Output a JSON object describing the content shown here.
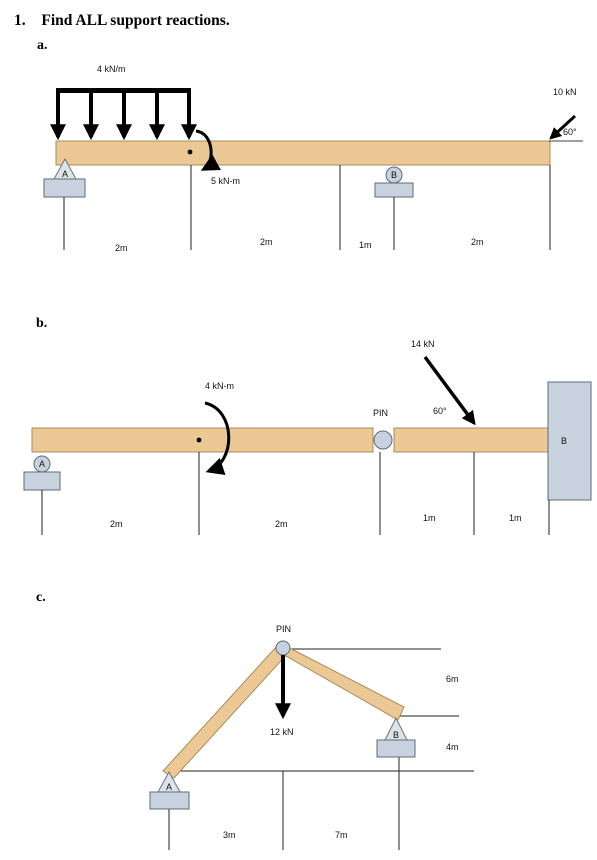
{
  "question": {
    "number": "1.",
    "title": "Find ALL support reactions."
  },
  "parts": {
    "a": {
      "label": "a.",
      "udl": "4 kN/m",
      "moment": "5 kN-m",
      "point_load": "10 kN",
      "load_angle": "60°",
      "support_a": "A",
      "support_b": "B",
      "dims": [
        "2m",
        "2m",
        "1m",
        "2m"
      ]
    },
    "b": {
      "label": "b.",
      "moment": "4 kN-m",
      "point_load": "14 kN",
      "load_angle": "60°",
      "pin": "PIN",
      "support_a": "A",
      "support_b": "B",
      "dims": [
        "2m",
        "2m",
        "1m",
        "1m"
      ]
    },
    "c": {
      "label": "c.",
      "pin": "PIN",
      "point_load": "12 kN",
      "support_a": "A",
      "support_b": "B",
      "dims_h": [
        "3m",
        "7m"
      ],
      "dims_v": [
        "6m",
        "4m"
      ]
    }
  },
  "colors": {
    "beam": "#ecc994",
    "support": "#c9d3df",
    "load": "#000000"
  }
}
